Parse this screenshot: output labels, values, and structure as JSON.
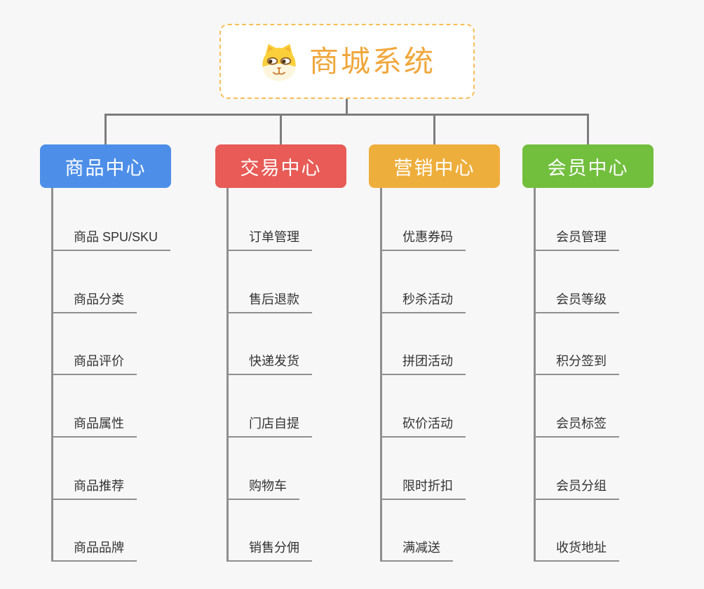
{
  "root": {
    "title": "商城系统",
    "icon": "dog-face-icon"
  },
  "branches": [
    {
      "label": "商品中心",
      "color": "#4D8FE8",
      "items": [
        "商品 SPU/SKU",
        "商品分类",
        "商品评价",
        "商品属性",
        "商品推荐",
        "商品品牌"
      ]
    },
    {
      "label": "交易中心",
      "color": "#E85B56",
      "items": [
        "订单管理",
        "售后退款",
        "快递发货",
        "门店自提",
        "购物车",
        "销售分佣"
      ]
    },
    {
      "label": "营销中心",
      "color": "#EEAE3C",
      "items": [
        "优惠券码",
        "秒杀活动",
        "拼团活动",
        "砍价活动",
        "限时折扣",
        "满减送"
      ]
    },
    {
      "label": "会员中心",
      "color": "#72BF3E",
      "items": [
        "会员管理",
        "会员等级",
        "积分签到",
        "会员标签",
        "会员分组",
        "收货地址"
      ]
    }
  ],
  "colors": {
    "background": "#F7F7F7",
    "connector": "#7D7D7D",
    "underline": "#8F8F8F",
    "item_text": "#333333",
    "root_text": "#F0A73C",
    "root_border": "#F6BE57"
  }
}
